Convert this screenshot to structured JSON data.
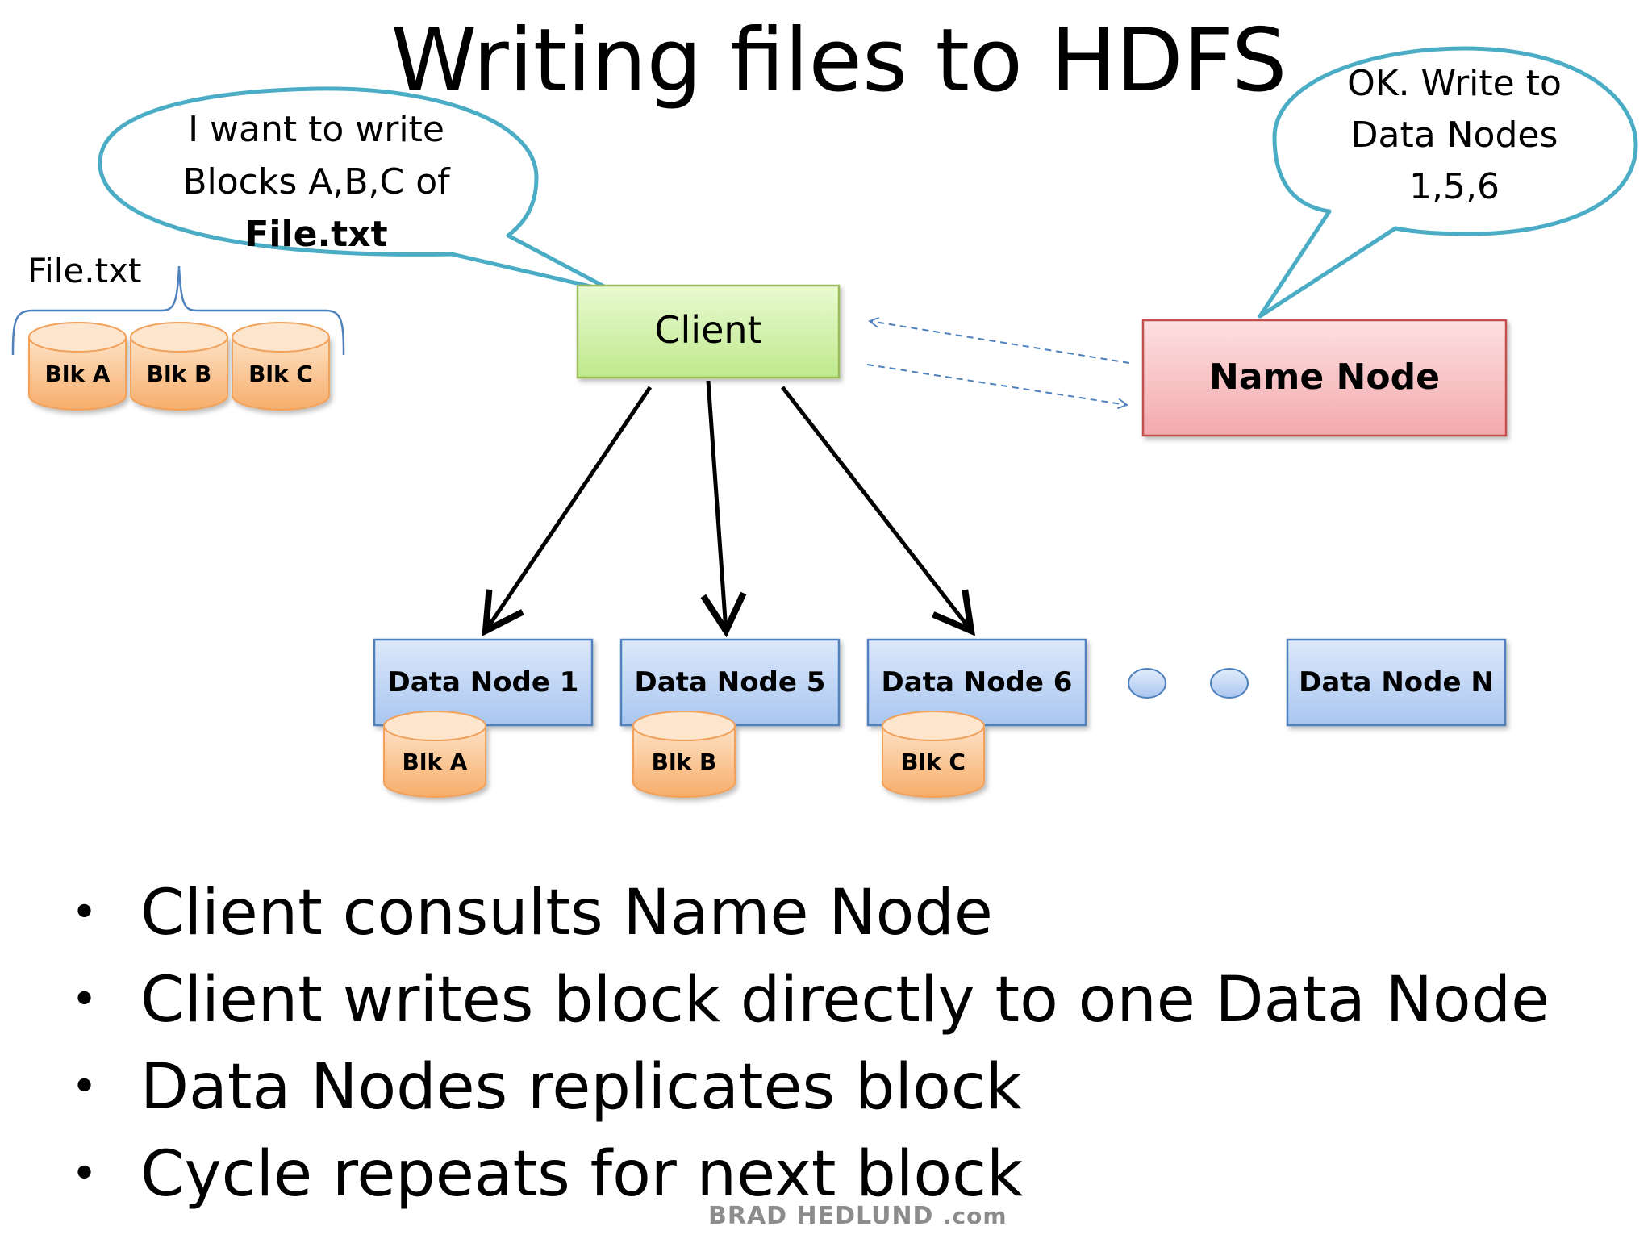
{
  "title": "Writing files to HDFS",
  "client_bubble": {
    "line1": "I want to write",
    "line2": "Blocks A,B,C of",
    "line3": "File.txt"
  },
  "namenode_bubble": {
    "line1": "OK. Write to",
    "line2": "Data Nodes",
    "line3": "1,5,6"
  },
  "file_label": "File.txt",
  "file_blocks": [
    "Blk A",
    "Blk B",
    "Blk C"
  ],
  "client": "Client",
  "name_node": "Name Node",
  "data_nodes": [
    {
      "label": "Data Node 1",
      "block": "Blk A"
    },
    {
      "label": "Data Node 5",
      "block": "Blk B"
    },
    {
      "label": "Data Node 6",
      "block": "Blk C"
    },
    {
      "label": "Data Node N",
      "block": ""
    }
  ],
  "bullets": [
    "Client consults Name Node",
    "Client writes block directly to one Data Node",
    "Data Nodes replicates block",
    "Cycle repeats for next block"
  ],
  "bullet_glyph": "•",
  "credit": {
    "name": "BRAD HEDLUND",
    "tld": ".com"
  },
  "colors": {
    "bubble_stroke": "#4bacc6",
    "client_fill": "#c7ef9a",
    "name_node_fill": "#f6b8bb",
    "data_node_fill": "#bcd3f4",
    "block_fill": "#fbc494",
    "dashed_arrow": "#4f81bd"
  }
}
